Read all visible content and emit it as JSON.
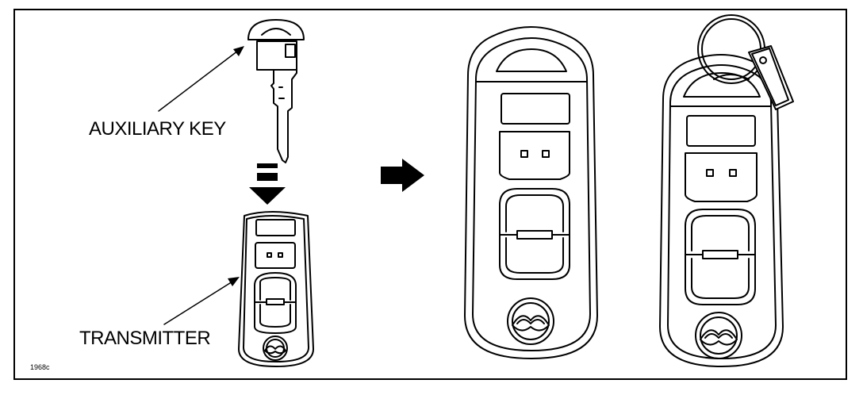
{
  "labels": {
    "auxiliary_key": "AUXILIARY KEY",
    "transmitter": "TRANSMITTER",
    "figure_code": "1968c"
  },
  "colors": {
    "line": "#000000",
    "background": "#ffffff"
  }
}
